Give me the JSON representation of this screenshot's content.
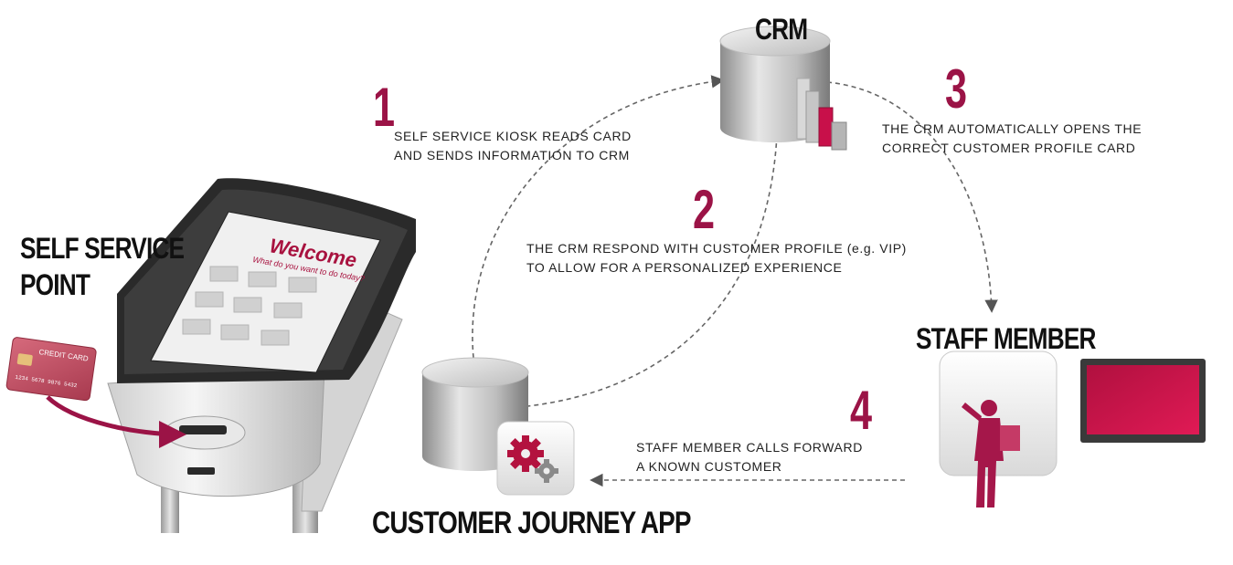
{
  "crm": {
    "label": "CRM"
  },
  "kiosk": {
    "label_line1": "SELF SERVICE",
    "label_line2": "POINT",
    "screen_title": "Welcome",
    "screen_subtitle": "What do you want to do today?",
    "card_text": "CREDIT CARD",
    "card_number": "1234 5678 9876 5432"
  },
  "app": {
    "label": "CUSTOMER JOURNEY APP"
  },
  "staff": {
    "label": "STAFF MEMBER"
  },
  "steps": [
    {
      "number": "1",
      "line1": "SELF SERVICE KIOSK READS CARD",
      "line2": "AND SENDS INFORMATION TO CRM"
    },
    {
      "number": "2",
      "line1": "THE CRM RESPOND  WITH CUSTOMER  PROFILE (e.g. VIP)",
      "line2": "TO ALLOW FOR A PERSONALIZED  EXPERIENCE"
    },
    {
      "number": "3",
      "line1": "THE CRM AUTOMATICALLY OPENS THE",
      "line2": "CORRECT CUSTOMER PROFILE CARD"
    },
    {
      "number": "4",
      "line1": "STAFF MEMBER CALLS FORWARD",
      "line2": "A KNOWN CUSTOMER"
    }
  ],
  "colors": {
    "accent": "#9b1346",
    "arrow": "#666666",
    "text": "#111111"
  }
}
